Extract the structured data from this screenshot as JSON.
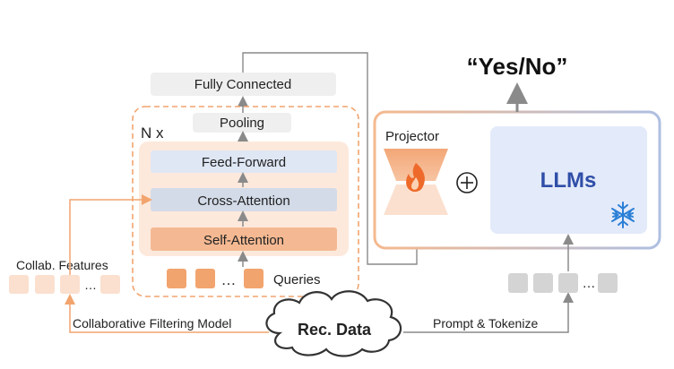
{
  "blocks": {
    "fully_connected": "Fully Connected",
    "pooling": "Pooling",
    "n_x": "N x",
    "feed_forward": "Feed-Forward",
    "cross_attention": "Cross-Attention",
    "self_attention": "Self-Attention",
    "queries": "Queries",
    "ellipsis": "…"
  },
  "left": {
    "collab_features": "Collab. Features",
    "ellipsis": "…",
    "cf_model_label": "Collaborative Filtering Model"
  },
  "right": {
    "output": "“Yes/No”",
    "projector": "Projector",
    "llms": "LLMs",
    "plus": "⊕",
    "ellipsis": "…",
    "prompt_label": "Prompt & Tokenize"
  },
  "center": {
    "rec_data": "Rec. Data"
  },
  "icons": {
    "fire": "fire-icon",
    "snowflake": "snowflake-icon"
  },
  "colors": {
    "orange_dashed": "#f2a46e",
    "orange_block": "#f4b992",
    "orange_fill_light": "#fde9dc",
    "blue_block": "#dfe6f4",
    "blue_mid": "#d3dbe8",
    "llm_box": "#e3eafa",
    "llm_text": "#2f4ea8",
    "gray_token": "#d4d4d4",
    "gray_block": "#efefef"
  }
}
